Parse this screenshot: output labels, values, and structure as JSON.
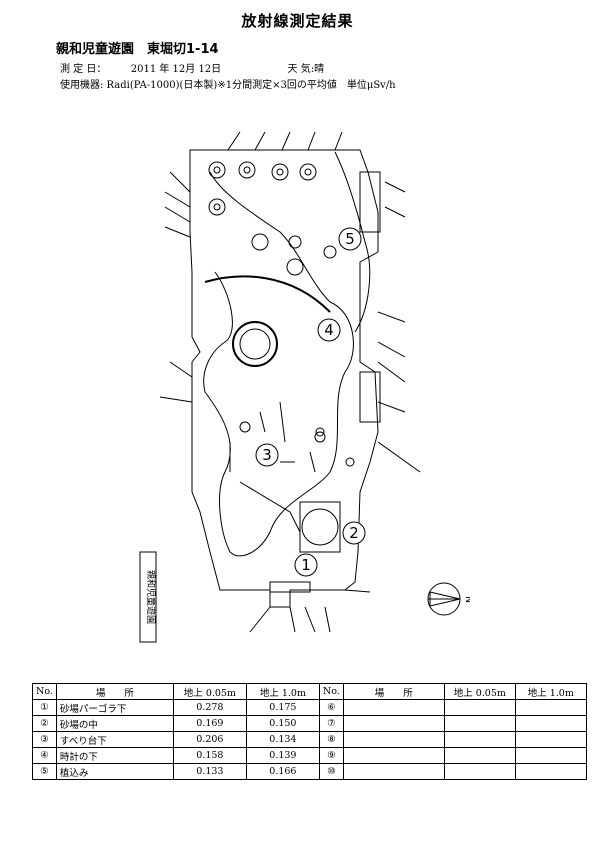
{
  "title": "放射線測定結果",
  "park_name": "親和児童遊園　東堀切1-14",
  "measure_date_label": "測 定 日：",
  "measure_date": "2011 年  12月  12日",
  "weather_label": "天  気:",
  "weather": "晴",
  "device_line": "使用機器: Radi(PA-1000)(日本製)※1分間測定×3回の平均値　単位μSv/h",
  "map": {
    "markers": [
      "1",
      "2",
      "3",
      "4",
      "5"
    ],
    "side_label": "親和児童遊園",
    "north_label": "N"
  },
  "table": {
    "headers": [
      "No.",
      "場　　所",
      "地上 0.05m",
      "地上 1.0m",
      "No.",
      "場　　所",
      "地上 0.05m",
      "地上 1.0m"
    ],
    "rows": [
      {
        "no": "①",
        "place": "砂場パーゴラ下",
        "v005": "0.278",
        "v10": "0.175",
        "no2": "⑥",
        "place2": "",
        "v005b": "",
        "v10b": ""
      },
      {
        "no": "②",
        "place": "砂場の中",
        "v005": "0.169",
        "v10": "0.150",
        "no2": "⑦",
        "place2": "",
        "v005b": "",
        "v10b": ""
      },
      {
        "no": "③",
        "place": "すべり台下",
        "v005": "0.206",
        "v10": "0.134",
        "no2": "⑧",
        "place2": "",
        "v005b": "",
        "v10b": ""
      },
      {
        "no": "④",
        "place": "時計の下",
        "v005": "0.158",
        "v10": "0.139",
        "no2": "⑨",
        "place2": "",
        "v005b": "",
        "v10b": ""
      },
      {
        "no": "⑤",
        "place": "植込み",
        "v005": "0.133",
        "v10": "0.166",
        "no2": "⑩",
        "place2": "",
        "v005b": "",
        "v10b": ""
      }
    ]
  }
}
